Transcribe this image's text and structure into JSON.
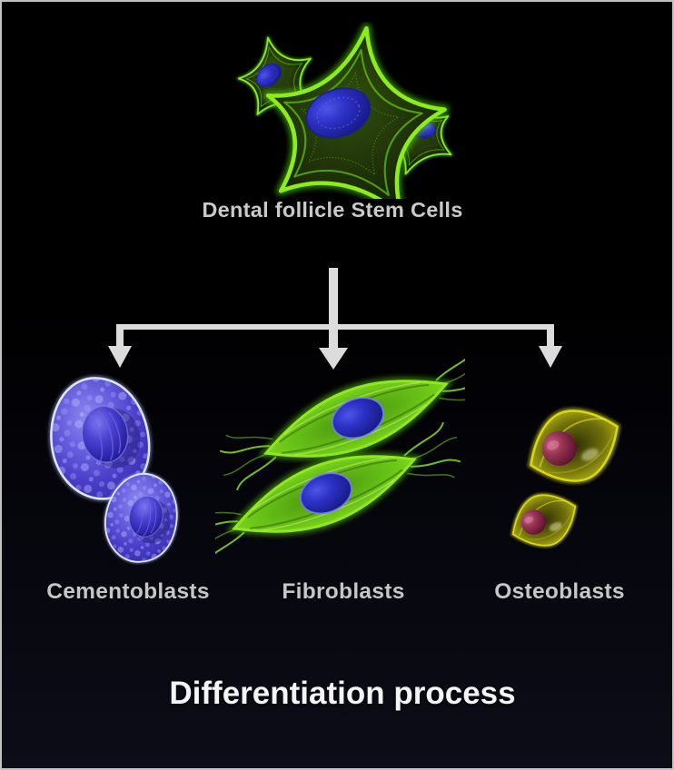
{
  "diagram": {
    "title": "Differentiation process",
    "source": {
      "label": "Dental follicle Stem Cells",
      "cell_count": 3,
      "body_color": "#76e817",
      "nucleus_color": "#2a2cc8"
    },
    "branches": [
      {
        "id": "cementoblasts",
        "label": "Cementoblasts",
        "cell_count": 2,
        "body_color": "#5a4fd8",
        "nucleus_color": "#2d28b4"
      },
      {
        "id": "fibroblasts",
        "label": "Fibroblasts",
        "cell_count": 2,
        "body_color": "#7edc1e",
        "nucleus_color": "#2a2fc0"
      },
      {
        "id": "osteoblasts",
        "label": "Osteoblasts",
        "cell_count": 2,
        "body_color": "#b8b813",
        "nucleus_color": "#8e2c4e"
      }
    ],
    "colors": {
      "background_top": "#000000",
      "background_bottom": "#0d0d19",
      "border": "#c2c2c2",
      "arrow": "#dcdcdc",
      "source_label_text": "#c9c9c9",
      "branch_label_text": "#c6c6c6",
      "title_text": "#f4f4f4"
    }
  }
}
